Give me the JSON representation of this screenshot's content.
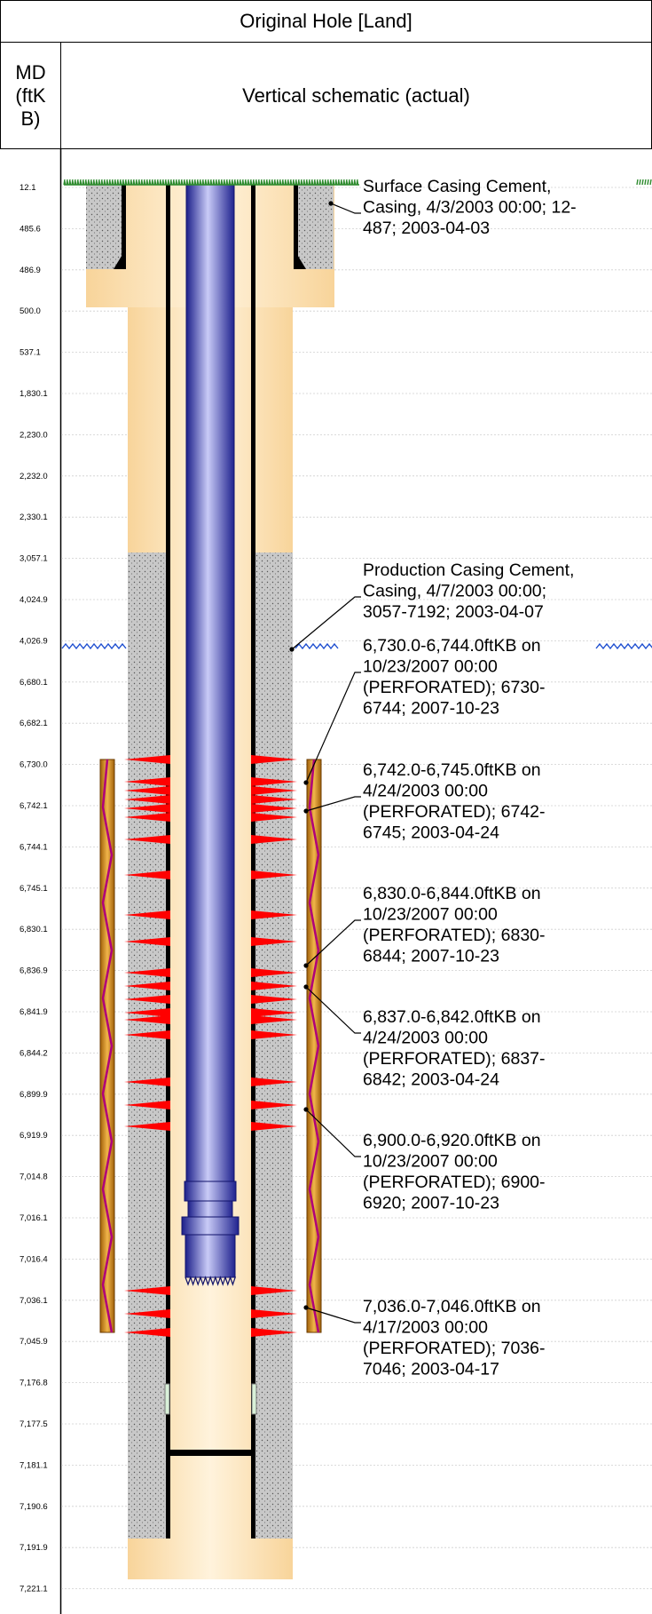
{
  "header": {
    "title": "Original Hole [Land]",
    "md_label": "MD\n(ftK\nB)",
    "schematic_label": "Vertical schematic (actual)"
  },
  "depth_ticks": [
    "12.1",
    "485.6",
    "486.9",
    "500.0",
    "537.1",
    "1,830.1",
    "2,230.0",
    "2,232.0",
    "2,330.1",
    "3,057.1",
    "4,024.9",
    "4,026.9",
    "6,680.1",
    "6,682.1",
    "6,730.0",
    "6,742.1",
    "6,744.1",
    "6,745.1",
    "6,830.1",
    "6,836.9",
    "6,841.9",
    "6,844.2",
    "6,899.9",
    "6,919.9",
    "7,014.8",
    "7,016.1",
    "7,016.4",
    "7,036.1",
    "7,045.9",
    "7,176.8",
    "7,177.5",
    "7,181.1",
    "7,190.6",
    "7,191.9",
    "7,221.1"
  ],
  "annotations": [
    {
      "name": "surface-casing-cement",
      "lines": [
        "Surface Casing Cement,",
        "Casing, 4/3/2003 00:00; 12-",
        "487; 2003-04-03"
      ]
    },
    {
      "name": "production-casing-cement",
      "lines": [
        "Production Casing Cement,",
        "Casing, 4/7/2003 00:00;",
        "3057-7192; 2003-04-07"
      ]
    },
    {
      "name": "perf-6730-6744",
      "lines": [
        "6,730.0-6,744.0ftKB on",
        "10/23/2007 00:00",
        "(PERFORATED); 6730-",
        "6744; 2007-10-23"
      ]
    },
    {
      "name": "perf-6742-6745",
      "lines": [
        "6,742.0-6,745.0ftKB on",
        "4/24/2003 00:00",
        "(PERFORATED); 6742-",
        "6745; 2003-04-24"
      ]
    },
    {
      "name": "perf-6830-6844",
      "lines": [
        "6,830.0-6,844.0ftKB on",
        "10/23/2007 00:00",
        "(PERFORATED); 6830-",
        "6844; 2007-10-23"
      ]
    },
    {
      "name": "perf-6837-6842",
      "lines": [
        "6,837.0-6,842.0ftKB on",
        "4/24/2003 00:00",
        "(PERFORATED); 6837-",
        "6842; 2003-04-24"
      ]
    },
    {
      "name": "perf-6900-6920",
      "lines": [
        "6,900.0-6,920.0ftKB on",
        "10/23/2007 00:00",
        "(PERFORATED); 6900-",
        "6920; 2007-10-23"
      ]
    },
    {
      "name": "perf-7036-7046",
      "lines": [
        "7,036.0-7,046.0ftKB on",
        "4/17/2003 00:00",
        "(PERFORATED); 7036-",
        "7046; 2003-04-17"
      ]
    }
  ],
  "colors": {
    "casing": "#000000",
    "hole": "#fde3b3",
    "cement": "#c8c8c8",
    "tubing": "#3b3dbb",
    "perforation": "#ff0000",
    "gun": "#d48c1a",
    "gun_inner": "#b0007a",
    "ground": "#2e8b2e",
    "water_level": "#1f4fd0"
  }
}
